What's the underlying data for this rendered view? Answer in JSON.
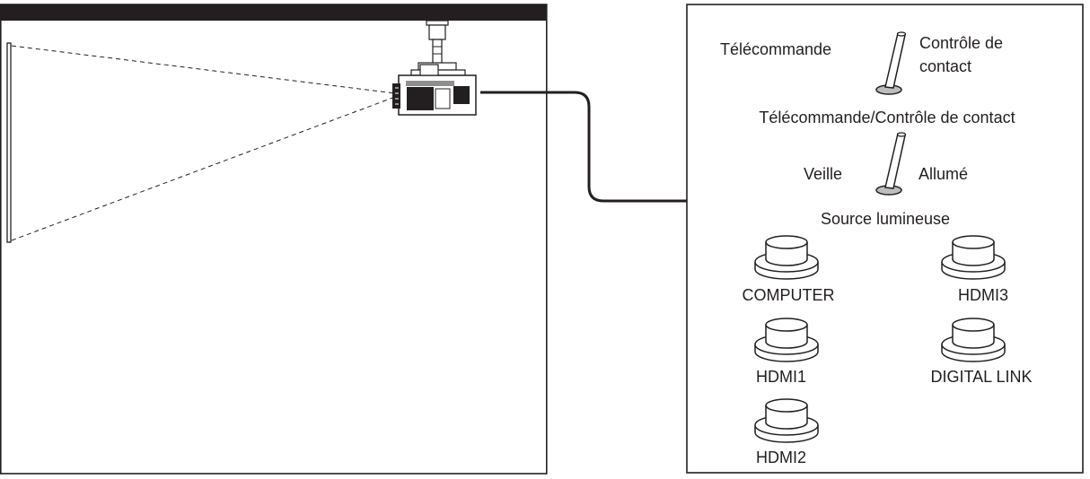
{
  "switch_panel": {
    "mode_switch": {
      "left_label": "Télécommande",
      "right_label_line1": "Contrôle de",
      "right_label_line2": "contact",
      "caption": "Télécommande/Contrôle de contact"
    },
    "power_switch": {
      "left_label": "Veille",
      "right_label": "Allumé",
      "caption": "Source lumineuse"
    },
    "input_buttons": [
      {
        "label": "COMPUTER"
      },
      {
        "label": "HDMI3"
      },
      {
        "label": "HDMI1"
      },
      {
        "label": "DIGITAL LINK"
      },
      {
        "label": "HDMI2"
      }
    ]
  }
}
